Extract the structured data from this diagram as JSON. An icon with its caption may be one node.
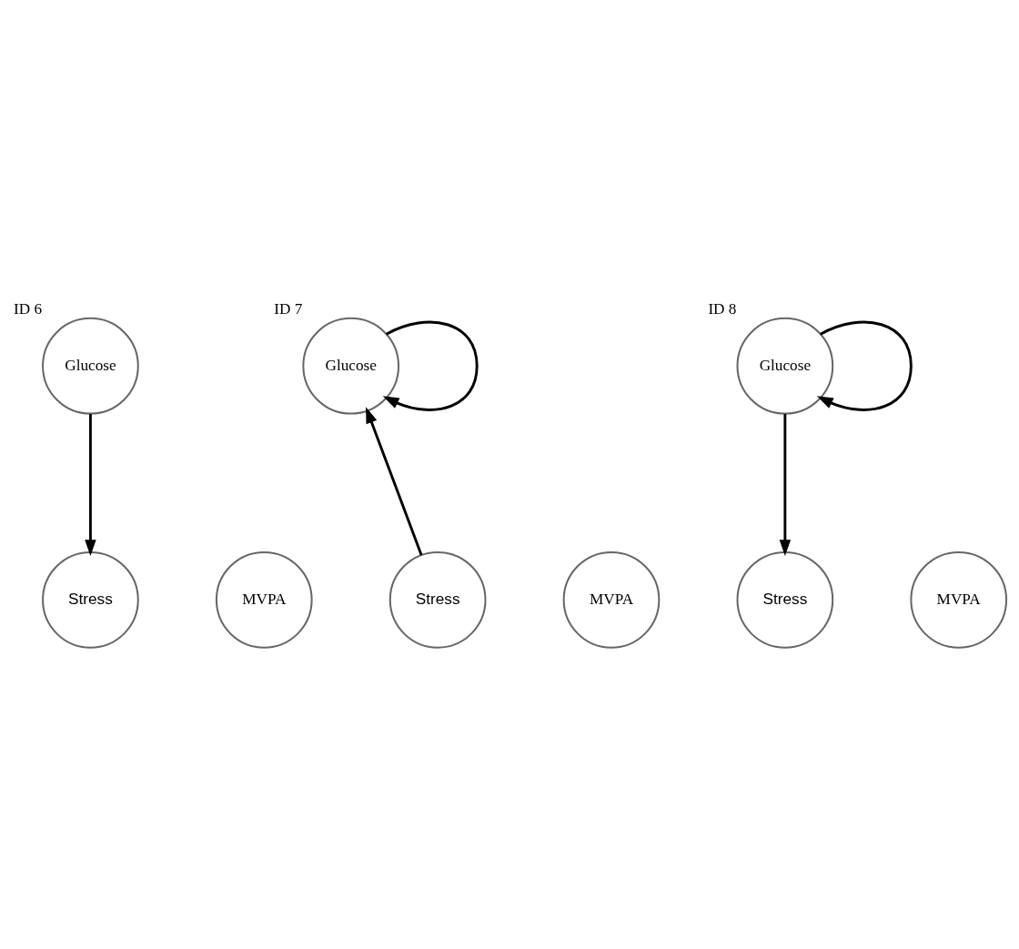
{
  "diagram": {
    "nodes": [
      {
        "text": [
          "Glucose"
        ],
        "beside": [
          "ID 6"
        ]
      },
      {
        "text": [
          "Stress"
        ]
      },
      {
        "text": [
          "MVPA"
        ]
      },
      {
        "text": [
          "Glucose"
        ],
        "beside": [
          "ID 7"
        ]
      },
      {
        "text": [
          "Stress"
        ]
      },
      {
        "text": [
          "MVPA"
        ]
      },
      {
        "text": [
          "Glucose"
        ],
        "beside": [
          "ID 8"
        ]
      },
      {
        "text": [
          "Stress"
        ]
      },
      {
        "text": [
          "MVPA"
        ]
      }
    ],
    "edges": [
      {
        "from": 0,
        "to": 1,
        "arrow": "to"
      },
      {
        "from": 3,
        "to": 3,
        "arrow": "to"
      },
      {
        "from": 4,
        "to": 3,
        "arrow": "to"
      },
      {
        "from": 6,
        "to": 6,
        "arrow": "to"
      },
      {
        "from": 6,
        "to": 7,
        "arrow": "to"
      }
    ]
  }
}
